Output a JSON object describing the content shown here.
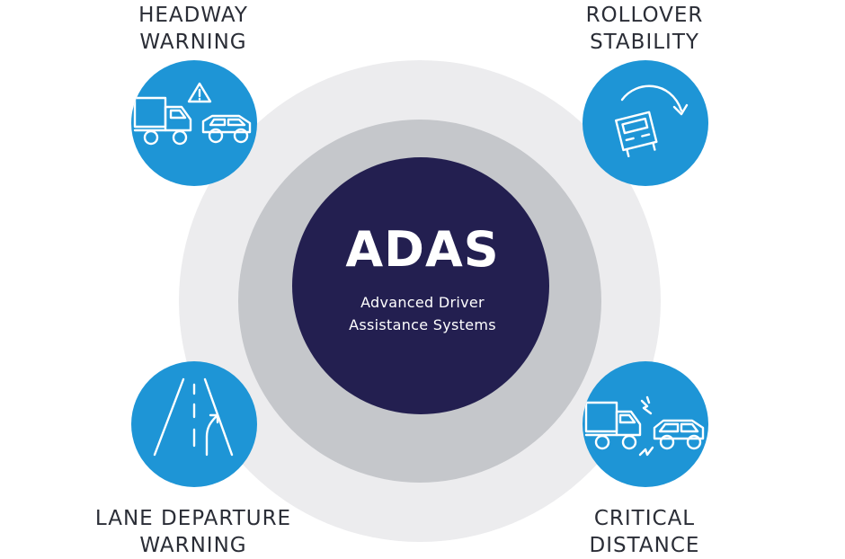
{
  "center": {
    "title": "ADAS",
    "subtitle_line1": "Advanced Driver",
    "subtitle_line2": "Assistance Systems"
  },
  "features": {
    "headway": {
      "line1": "HEADWAY",
      "line2": "WARNING",
      "icon": "truck-car-warning-icon"
    },
    "rollover": {
      "line1": "ROLLOVER",
      "line2": "STABILITY",
      "icon": "truck-rollover-icon"
    },
    "lane": {
      "line1": "LANE DEPARTURE",
      "line2": "WARNING",
      "icon": "lane-departure-icon"
    },
    "critical": {
      "line1": "CRITICAL",
      "line2": "DISTANCE",
      "icon": "truck-car-collision-icon"
    }
  },
  "colors": {
    "outer_ring": "#ececee",
    "middle_ring": "#c5c7cb",
    "core": "#231f50",
    "badge": "#1e95d6",
    "label_text": "#2a2d36"
  }
}
